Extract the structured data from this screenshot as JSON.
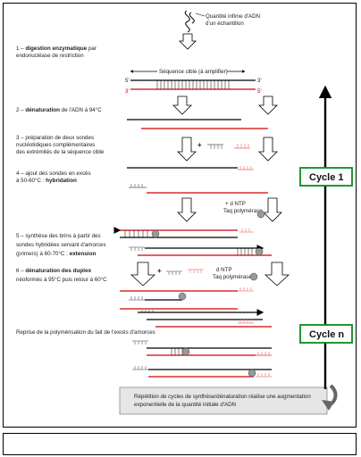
{
  "top": {
    "sample_line1": "Quantité infime d'ADN",
    "sample_line2": "d'un échantillon"
  },
  "steps": {
    "s1_num": "1 – ",
    "s1_bold": "digestion enzymatique",
    "s1_rest": " par",
    "s1_line2": "endonucléase de restriction",
    "target_label": "Séquence cible (à amplifier)",
    "five_prime": "5'",
    "three_prime": "3'",
    "s2_num": "2 – ",
    "s2_bold": "dénaturation",
    "s2_rest": " de l'ADN à 94°C",
    "s3_line1": "3 – préparation de deux sondes",
    "s3_line2": "nucléotidiques complémentaires",
    "s3_line3": "des extrémités de la séquence cible",
    "s4_line1": "4 – ajout des sondes en excès",
    "s4_line2a": "à 50-60°C : ",
    "s4_line2b": "hybridation",
    "dntp": "+ d NTP",
    "taq": "Taq polymérase",
    "s5_line1": "5 – synthèse des brins à partir des",
    "s5_line2": "sondes hybridées servant d'amorces",
    "s5_line3a": "(primers) à 60-70°C : ",
    "s5_line3b": "extension",
    "s6_num": "6 – ",
    "s6_bold": "dénaturation des duplex",
    "s6_line2": "néoformés à 95°C puis retour à 60°C",
    "dntp2": "d NTP",
    "taq2": "Taq polymérase",
    "reprise": "Reprise de la polymérisation du fait de l'excès d'amorces",
    "note_line1": "Répétition de cycles de synthèse/dénaturation réalise une augmentation",
    "note_line2": "exponentielle de la quantité initiale d'ADN"
  },
  "cycles": {
    "cycle1": "Cycle 1",
    "cyclen": "Cycle n"
  },
  "colors": {
    "strand_red": "#d40000",
    "strand_pink": "#f3a0a0",
    "cycle_box": "#0a8a1e",
    "gray_probe": "#aaaaaa"
  }
}
